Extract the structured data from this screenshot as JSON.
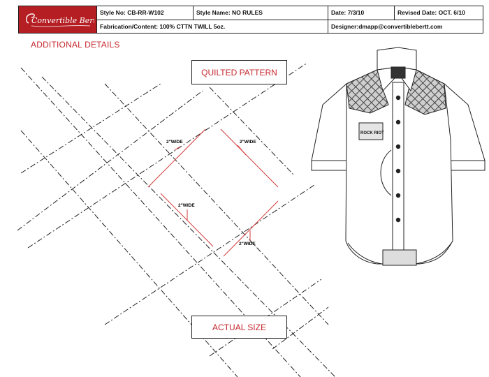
{
  "header": {
    "logo_text": "Convertible Bertt",
    "style_no": "Style No: CB-RR-W102",
    "style_name": "Style Name: NO RULES",
    "date": "Date: 7/3/10",
    "revised_date": "Revised Date: OCT. 6/10",
    "fabrication": "Fabrication/Content: 100% CTTN TWILL 5oz.",
    "designer": "Designer:dmapp@convertiblebertt.com"
  },
  "section_title": "ADDITIONAL DETAILS",
  "quilted_label": "QUILTED PATTERN",
  "actual_label": "ACTUAL SIZE",
  "dimensions": [
    "2\"WIDE",
    "2\"WIDE",
    "2\"WIDE",
    "2\"WIDE"
  ],
  "badge_text": "ROCK RIOT",
  "colors": {
    "brand_red": "#b51f24",
    "accent_red": "#c5282e",
    "line": "#222222"
  }
}
